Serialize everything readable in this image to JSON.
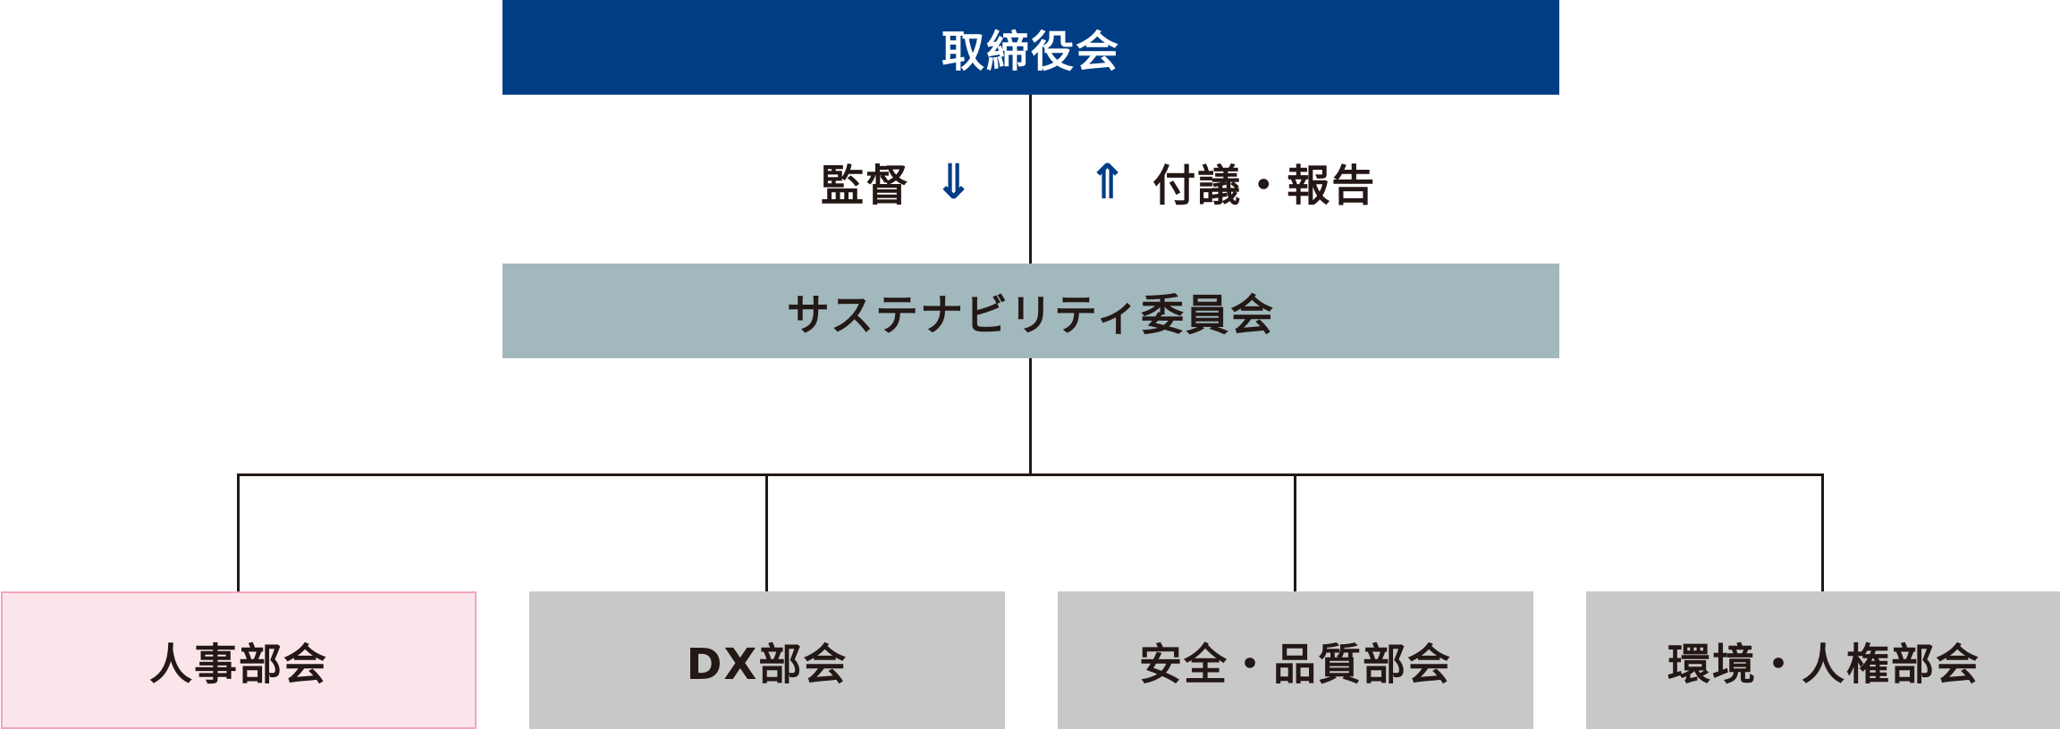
{
  "board": {
    "label": "取締役会"
  },
  "supervision": {
    "label": "監督",
    "arrow": "⇓"
  },
  "report": {
    "arrow": "⇑",
    "label": "付議・報告"
  },
  "committee": {
    "label": "サステナビリティ委員会"
  },
  "subcommittees": [
    {
      "label": "人事部会"
    },
    {
      "label": "DX部会"
    },
    {
      "label": "安全・品質部会"
    },
    {
      "label": "環境・人権部会"
    }
  ],
  "colors": {
    "board_bg": "#003d84",
    "committee_bg": "#a1b8bd",
    "subcommittee_bg": "#c8c8c8",
    "highlight_bg": "#fbe5eb",
    "highlight_border": "#f2a6bd",
    "arrow": "#003d84",
    "text": "#231815"
  }
}
